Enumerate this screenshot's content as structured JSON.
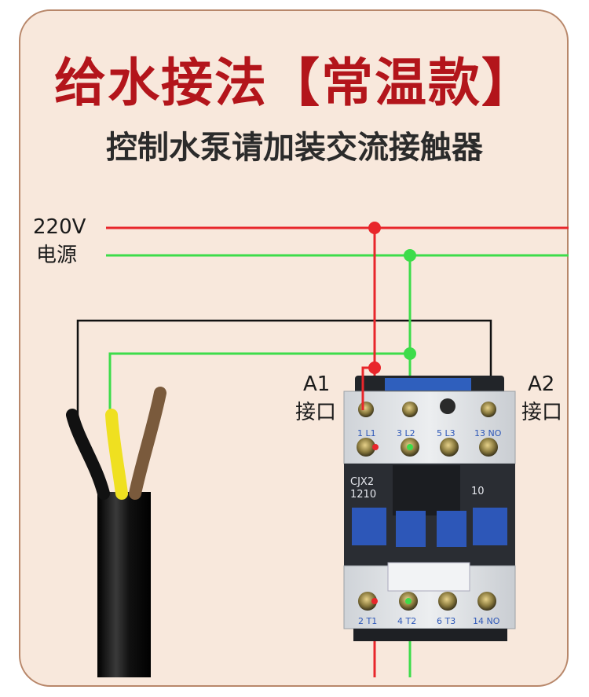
{
  "title": "给水接法【常温款】",
  "subtitle": "控制水泵请加装交流接触器",
  "power": {
    "voltage": "220V",
    "label": "电源"
  },
  "terminal_a1": {
    "name": "A1",
    "label": "接口"
  },
  "terminal_a2": {
    "name": "A2",
    "label": "接口"
  },
  "contactor": {
    "model_line1": "CJX2",
    "model_line2": "1210",
    "code": "10",
    "top_terminals": [
      {
        "num": "1",
        "sub": "L1"
      },
      {
        "num": "3",
        "sub": "L2"
      },
      {
        "num": "5",
        "sub": "L3"
      },
      {
        "num": "13",
        "sub": "NO"
      }
    ],
    "bottom_terminals": [
      {
        "num": "2",
        "sub": "T1"
      },
      {
        "num": "4",
        "sub": "T2"
      },
      {
        "num": "6",
        "sub": "T3"
      },
      {
        "num": "14",
        "sub": "NO"
      }
    ]
  },
  "colors": {
    "title": "#b3151b",
    "live_wire": "#e8262b",
    "neutral_wire": "#3ddc4a",
    "control_wire": "#111111",
    "card_bg": "#f8e8dc",
    "contactor_body": "#e6e8ea",
    "contactor_dark": "#2a2d33",
    "contactor_blue": "#2d57b8"
  },
  "cable_colors": [
    "black",
    "yellow-green",
    "brown"
  ]
}
